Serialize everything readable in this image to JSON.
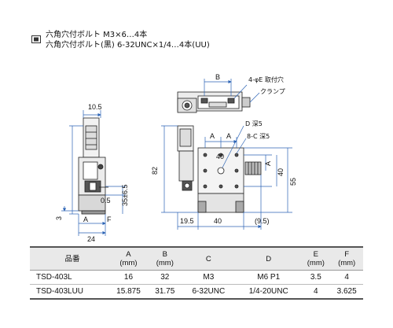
{
  "notes": [
    "六角穴付ボルト M3×6…4本",
    "六角穴付ボルト(黒) 6-32UNC×1/4…4本(UU)"
  ],
  "drawing": {
    "side_view": {
      "dims": [
        "10.5",
        "82",
        "0.5",
        "35±6.5",
        "3",
        "A",
        "F",
        "24"
      ]
    },
    "top_view": {
      "dims": [
        "B"
      ],
      "labels": [
        "4-φE 取付穴",
        "クランプ"
      ]
    },
    "front_view": {
      "dims": [
        "A",
        "A",
        "40",
        "A",
        "40",
        "55",
        "19.5",
        "40",
        "(9.5)"
      ],
      "labels": [
        "D 深5",
        "8-C 深5"
      ]
    }
  },
  "table": {
    "headers": [
      {
        "line1": "品番",
        "line2": ""
      },
      {
        "line1": "A",
        "line2": "(mm)"
      },
      {
        "line1": "B",
        "line2": "(mm)"
      },
      {
        "line1": "C",
        "line2": ""
      },
      {
        "line1": "D",
        "line2": ""
      },
      {
        "line1": "E",
        "line2": "(mm)"
      },
      {
        "line1": "F",
        "line2": "(mm)"
      }
    ],
    "rows": [
      [
        "TSD-403L",
        "16",
        "32",
        "M3",
        "M6 P1",
        "3.5",
        "4"
      ],
      [
        "TSD-403LUU",
        "15.875",
        "31.75",
        "6-32UNC",
        "1/4-20UNC",
        "4",
        "3.625"
      ]
    ]
  }
}
